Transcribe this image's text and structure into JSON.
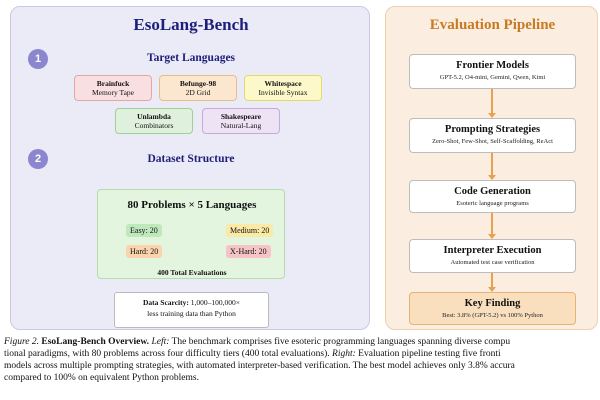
{
  "left_panel": {
    "title": "EsoLang-Bench",
    "section1": {
      "number": "1",
      "title": "Target Languages"
    },
    "languages": [
      {
        "name": "Brainfuck",
        "desc": "Memory Tape",
        "color": "#f9dfe0",
        "border": "#e6a6a8"
      },
      {
        "name": "Befunge-98",
        "desc": "2D Grid",
        "color": "#fbe6cf",
        "border": "#e9bd8a"
      },
      {
        "name": "Whitespace",
        "desc": "Invisible Syntax",
        "color": "#fdf8c9",
        "border": "#e5d96c"
      },
      {
        "name": "Unlambda",
        "desc": "Combinators",
        "color": "#dff1dc",
        "border": "#9fd096"
      },
      {
        "name": "Shakespeare",
        "desc": "Natural-Lang",
        "color": "#eee2f5",
        "border": "#c9a8dc"
      }
    ],
    "section2": {
      "number": "2",
      "title": "Dataset Structure"
    },
    "dataset": {
      "title": "80 Problems × 5 Languages",
      "tiers": [
        {
          "label": "Easy: 20",
          "color": "#bfe8bd"
        },
        {
          "label": "Medium: 20",
          "color": "#fbeaa5"
        },
        {
          "label": "Hard: 20",
          "color": "#fbd3ac"
        },
        {
          "label": "X-Hard: 20",
          "color": "#f6c3c6"
        }
      ],
      "total": "400 Total Evaluations"
    },
    "scarcity": {
      "label": "Data Scarcity:",
      "value": "1,000–100,000×",
      "line2": "less training data than Python"
    }
  },
  "right_panel": {
    "title": "Evaluation Pipeline",
    "steps": [
      {
        "title": "Frontier Models",
        "sub": "GPT-5.2, O4-mini, Gemini, Qwen, Kimi"
      },
      {
        "title": "Prompting Strategies",
        "sub": "Zero-Shot, Few-Shot, Self-Scaffolding, ReAct"
      },
      {
        "title": "Code Generation",
        "sub": "Esoteric language programs"
      },
      {
        "title": "Interpreter Execution",
        "sub": "Automated test case verification"
      },
      {
        "title": "Key Finding",
        "sub": "Best: 3.8% (GPT-5.2) vs 100% Python"
      }
    ]
  },
  "caption": {
    "fig": "Figure 2.",
    "title": "EsoLang-Bench Overview.",
    "left_label": "Left:",
    "left_text_1": "The benchmark comprises five esoteric programming languages spanning diverse compu",
    "line2": "tional paradigms, with 80 problems across four difficulty tiers (400 total evaluations).",
    "right_label": "Right:",
    "right_text_1": "Evaluation pipeline testing five fronti",
    "line3": "models across multiple prompting strategies, with automated interpreter-based verification. The best model achieves only 3.8% accura",
    "line4": "compared to 100% on equivalent Python problems."
  }
}
